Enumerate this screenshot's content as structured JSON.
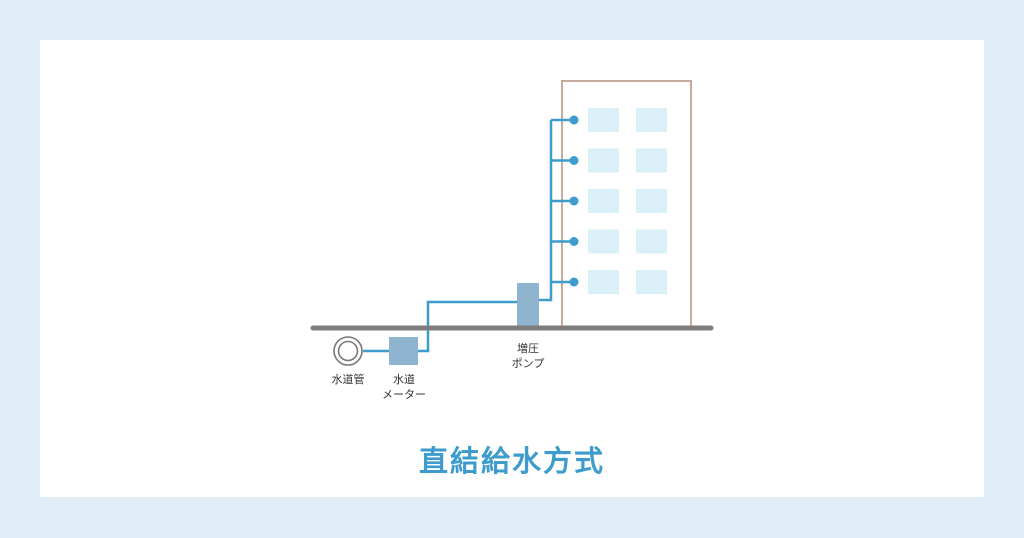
{
  "title": "直結給水方式",
  "labels": {
    "water_main": "水道管",
    "water_meter_line1": "水道",
    "water_meter_line2": "メーター",
    "booster_pump_line1": "増圧",
    "booster_pump_line2": "ポンプ"
  },
  "building": {
    "floors": 5,
    "windows_per_floor": 2
  },
  "colors": {
    "background": "#e1edf6",
    "card": "#ffffff",
    "pipe": "#3d9ccd",
    "ground": "#7d7d7d",
    "equipment": "#8fb4cf",
    "building_outline": "#c9a99a",
    "window": "#d9f0f8",
    "title": "#3d9ccd",
    "text": "#333333"
  },
  "icons": {
    "water_main": "concentric-circle-icon",
    "outlet": "dot-icon"
  }
}
